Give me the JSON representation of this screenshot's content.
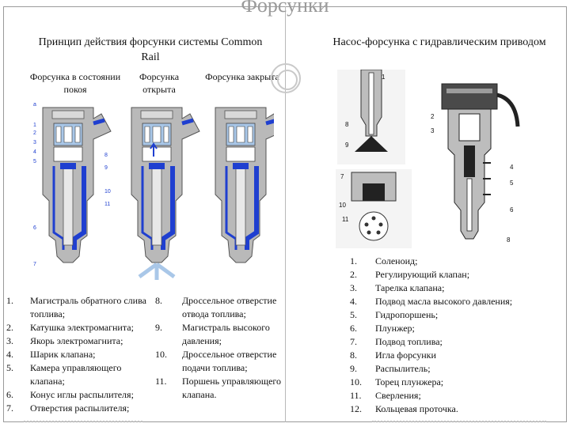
{
  "title": "Форсунки",
  "left_heading": "Принцип действия форсунки системы Common Rail",
  "right_heading": "Насос-форсунка с гидравлическим приводом",
  "states": {
    "rest": "Форсунка в состоянии покоя",
    "open": "Форсунка открыта",
    "closed": "Форсунка закрыта"
  },
  "cr_labels": [
    "a",
    "1",
    "2",
    "3",
    "4",
    "5",
    "6",
    "7",
    "8",
    "9",
    "10",
    "11"
  ],
  "ui_labels": {
    "top": [
      "1",
      "8",
      "9"
    ],
    "mid": [
      "7",
      "10",
      "11"
    ],
    "right": [
      "2",
      "3",
      "4",
      "5",
      "6",
      "8"
    ]
  },
  "colors": {
    "fuel_blue": "#1f3fd0",
    "light_blue": "#a9c7e8",
    "grey_body": "#b9b9b9"
  },
  "legend_left": [
    {
      "n": "1.",
      "t": "Магистраль обратного слива топлива;"
    },
    {
      "n": "2.",
      "t": "Катушка электромагнита;"
    },
    {
      "n": "3.",
      "t": "Якорь электромагнита;"
    },
    {
      "n": "4.",
      "t": "Шарик клапана;"
    },
    {
      "n": "5.",
      "t": "Камера управляющего клапана;"
    },
    {
      "n": "6.",
      "t": "Конус иглы распылителя;"
    },
    {
      "n": "7.",
      "t": "Отверстия распылителя;"
    }
  ],
  "legend_mid": [
    {
      "n": "8.",
      "t": "Дроссельное отверстие отвода топлива;"
    },
    {
      "n": "9.",
      "t": "Магистраль высокого давления;"
    },
    {
      "n": "10.",
      "t": "Дроссельное отверстие подачи топлива;"
    },
    {
      "n": "11.",
      "t": "Поршень управляющего клапана."
    }
  ],
  "legend_right": [
    {
      "n": "1.",
      "t": "Соленоид;"
    },
    {
      "n": "2.",
      "t": "Регулирующий клапан;"
    },
    {
      "n": "3.",
      "t": "Тарелка клапана;"
    },
    {
      "n": "4.",
      "t": "Подвод масла высокого давления;"
    },
    {
      "n": "5.",
      "t": "Гидропоршень;"
    },
    {
      "n": "6.",
      "t": "Плунжер;"
    },
    {
      "n": "7.",
      "t": "Подвод топлива;"
    },
    {
      "n": "8.",
      "t": "Игла форсунки"
    },
    {
      "n": "9.",
      "t": "Распылитель;"
    },
    {
      "n": "10.",
      "t": "Торец плунжера;"
    },
    {
      "n": "11.",
      "t": "Сверления;"
    },
    {
      "n": "12.",
      "t": "Кольцевая проточка."
    }
  ]
}
